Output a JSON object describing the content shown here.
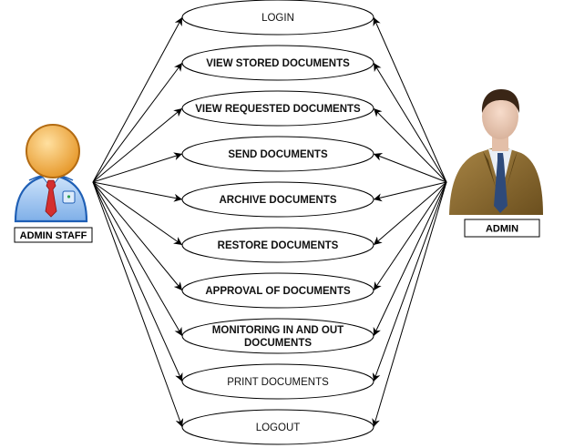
{
  "actors": {
    "staff": {
      "label": "ADMIN STAFF",
      "icon": "admin-staff-avatar-icon"
    },
    "admin": {
      "label": "ADMIN",
      "icon": "admin-businessman-icon"
    }
  },
  "use_cases": [
    {
      "key": "login",
      "lines": [
        "LOGIN"
      ],
      "bold": false
    },
    {
      "key": "view-stored-documents",
      "lines": [
        "VIEW STORED DOCUMENTS"
      ],
      "bold": true
    },
    {
      "key": "view-requested-documents",
      "lines": [
        "VIEW REQUESTED DOCUMENTS"
      ],
      "bold": true
    },
    {
      "key": "send-documents",
      "lines": [
        "SEND DOCUMENTS"
      ],
      "bold": true
    },
    {
      "key": "archive-documents",
      "lines": [
        "ARCHIVE DOCUMENTS"
      ],
      "bold": true
    },
    {
      "key": "restore-documents",
      "lines": [
        "RESTORE DOCUMENTS"
      ],
      "bold": true
    },
    {
      "key": "approval-of-documents",
      "lines": [
        "APPROVAL OF DOCUMENTS"
      ],
      "bold": true
    },
    {
      "key": "monitoring-in-and-out-documents",
      "lines": [
        "MONITORING IN AND OUT",
        "DOCUMENTS"
      ],
      "bold": true
    },
    {
      "key": "print-documents",
      "lines": [
        "PRINT DOCUMENTS"
      ],
      "bold": false
    },
    {
      "key": "logout",
      "lines": [
        "LOGOUT"
      ],
      "bold": false
    }
  ],
  "colors": {
    "line": "#000000",
    "ellipse_stroke": "#000000",
    "staff_head": "#F5B74E",
    "staff_shirt": "#3A7BD5",
    "staff_tie": "#D32F2F",
    "admin_suit": "#8B6A2E",
    "admin_tie": "#2E4A7A"
  }
}
